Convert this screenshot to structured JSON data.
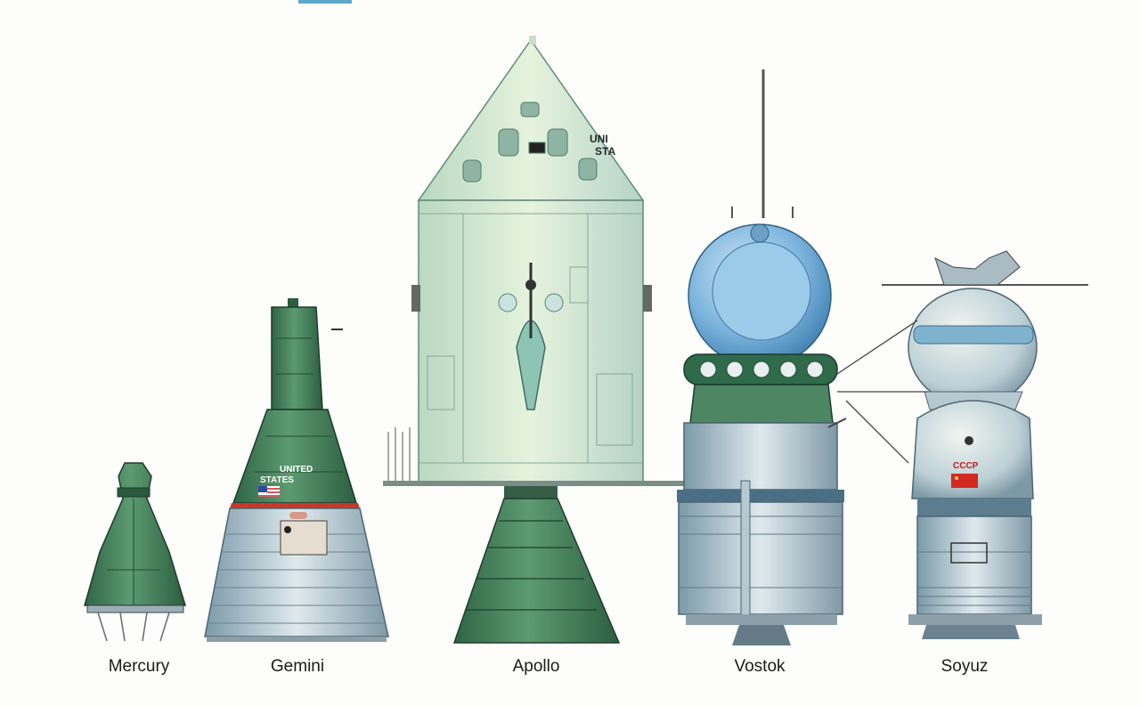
{
  "spacecraft": [
    {
      "id": "mercury",
      "label": "Mercury"
    },
    {
      "id": "gemini",
      "label": "Gemini"
    },
    {
      "id": "apollo",
      "label": "Apollo"
    },
    {
      "id": "vostok",
      "label": "Vostok"
    },
    {
      "id": "soyuz",
      "label": "Soyuz"
    }
  ],
  "markings": {
    "gemini_flag_text_1": "UNITED",
    "gemini_flag_text_2": "STATES",
    "apollo_hull_text_1": "UNI",
    "apollo_hull_text_2": "STA",
    "soyuz_text": "СССР"
  },
  "colors": {
    "background": "#fdfdfb",
    "nasa_green": "#3f7a56",
    "apollo_hull": "#d8ecd4",
    "vostok_blue": "#7fb6de",
    "soyuz_body": "#c9dbe3",
    "heatshield_red": "#c43a2a"
  }
}
